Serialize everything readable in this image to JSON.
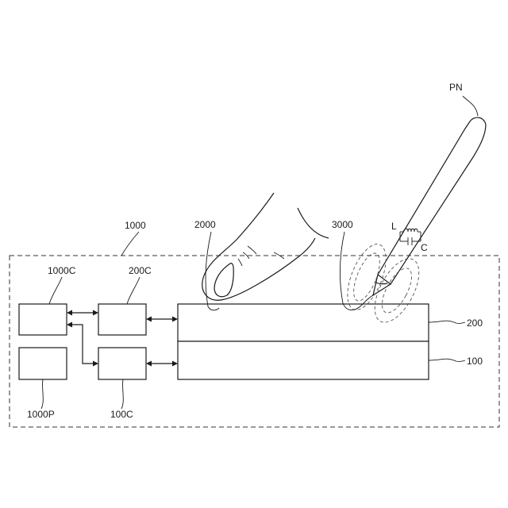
{
  "labels": {
    "system": "1000",
    "controller": "1000C",
    "power": "1000P",
    "sensor_controller": "200C",
    "display_controller": "100C",
    "finger": "2000",
    "pen_touch": "3000",
    "pen": "PN",
    "inductor": "L",
    "capacitor": "C",
    "sensor_layer": "200",
    "display_layer": "100"
  }
}
